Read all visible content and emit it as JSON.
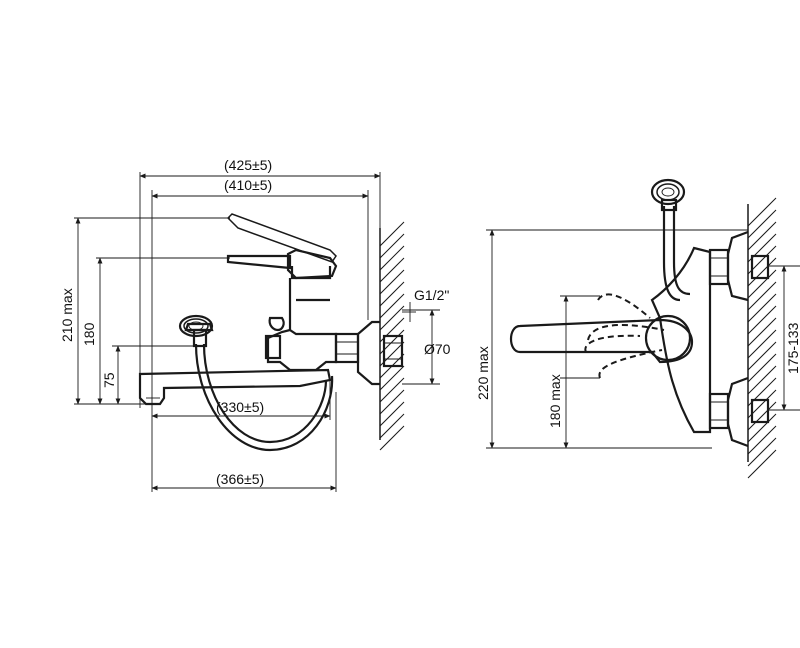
{
  "side_view": {
    "dims": {
      "overall_width": "(425±5)",
      "body_width": "(410±5)",
      "spout_length": "(330±5)",
      "total_length": "(366±5)",
      "height_max": "210 max",
      "height_180": "180",
      "height_75": "75",
      "thread": "G1/2\"",
      "diameter": "Ø70"
    }
  },
  "front_view": {
    "dims": {
      "height_max": "220 max",
      "lever_height": "180 max",
      "spacing": "175-133"
    }
  },
  "colors": {
    "line": "#1a1a1a",
    "background": "#ffffff"
  }
}
